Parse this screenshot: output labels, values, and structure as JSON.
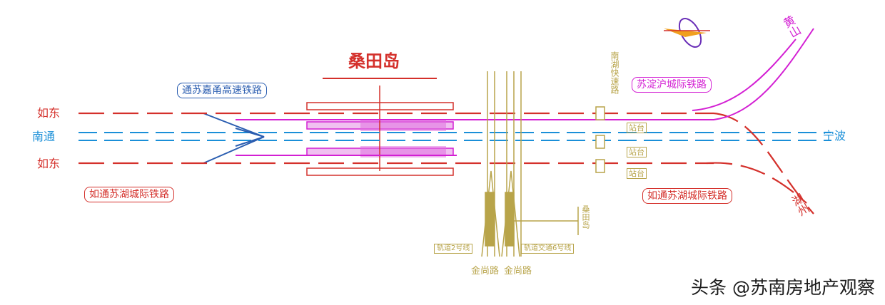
{
  "title": "桑田岛",
  "colors": {
    "red": "#d4302b",
    "blue": "#1a8fd8",
    "magenta": "#d31fd3",
    "olive": "#b8a44a",
    "navy": "#2a5db0"
  },
  "left_labels": {
    "top": "如东",
    "middle": "南通",
    "bottom": "如东"
  },
  "right_label": "宁波",
  "routes": {
    "tongsujiaxi": "通苏嘉甬高速铁路",
    "rutong_suhu_left": "如通苏湖城际铁路",
    "suzhu_hu": "苏淀沪城际铁路",
    "rutong_suhu_right": "如通苏湖城际铁路"
  },
  "right_top": "黄山",
  "right_bottom": "湖州",
  "nanhu_line": "南湖快速路",
  "platform_labels": [
    "站台",
    "站台",
    "站台"
  ],
  "metro": {
    "line2": "轨道2号线",
    "line6": "轨道交通6号线",
    "road1": "金尚路",
    "road2": "金尚路",
    "station": "桑田岛"
  },
  "watermark": "头条 @苏南房地产观察",
  "icon": "logo-icon"
}
